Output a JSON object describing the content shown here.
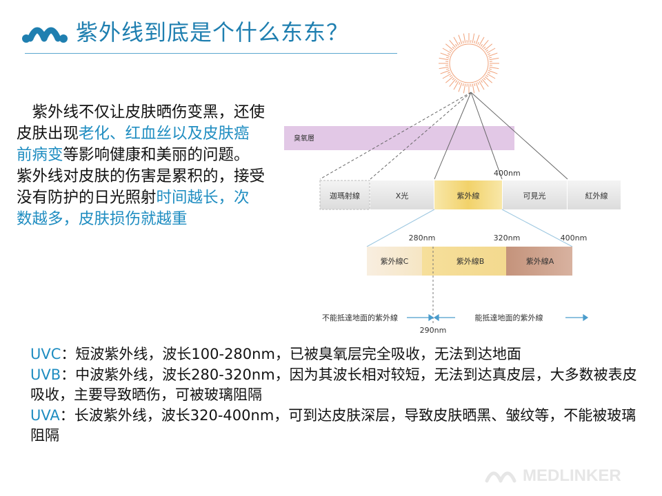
{
  "slide": {
    "title": "紫外线到底是个什么东东？"
  },
  "intro": {
    "t1": "紫外线不仅让皮肤晒伤变黑，还使皮肤出现",
    "h1": "老化、红血丝以及皮肤癌前病变",
    "t2": "等影响健康和美丽的问题。紫外线对皮肤的伤害是累积的，接受没有防护的日光照射",
    "h2": "时间越长，次数越多，皮肤损伤就越重"
  },
  "diagram": {
    "ozone_label": "臭氧層",
    "nm400_top": "400nm",
    "spectrum": [
      "迦瑪射線",
      "X光",
      "紫外線",
      "可見光",
      "紅外線"
    ],
    "nm280": "280nm",
    "nm320": "320nm",
    "nm400": "400nm",
    "uv_bands": [
      "紫外線C",
      "紫外線B",
      "紫外線A"
    ],
    "cannot_reach": "不能抵達地面的紫外線",
    "can_reach": "能抵達地面的紫外線",
    "nm290": "290nm"
  },
  "bottom": {
    "uvc_label": "UVC",
    "uvc_text": "：短波紫外线，波长100-280nm，已被臭氧层完全吸收，无法到达地面",
    "uvb_label": "UVB",
    "uvb_text": "：中波紫外线，波长280-320nm，因为其波长相对较短，无法到达真皮层，大多数被表皮吸收，主要导致晒伤，可被玻璃阻隔",
    "uva_label": "UVA",
    "uva_text": "：长波紫外线，波长320-400nm，可到达皮肤深层，导致皮肤晒黑、皱纹等，不能被玻璃阻隔"
  },
  "brand": {
    "watermark": "MEDLINKER"
  },
  "colors": {
    "title": "#1f7fb0",
    "highlight": "#1f8dc1",
    "ozone": "#e2c8e6",
    "uv_yellow": "#f4d97a",
    "uva_brown": "#c99d86",
    "sun": "#f0a078"
  }
}
